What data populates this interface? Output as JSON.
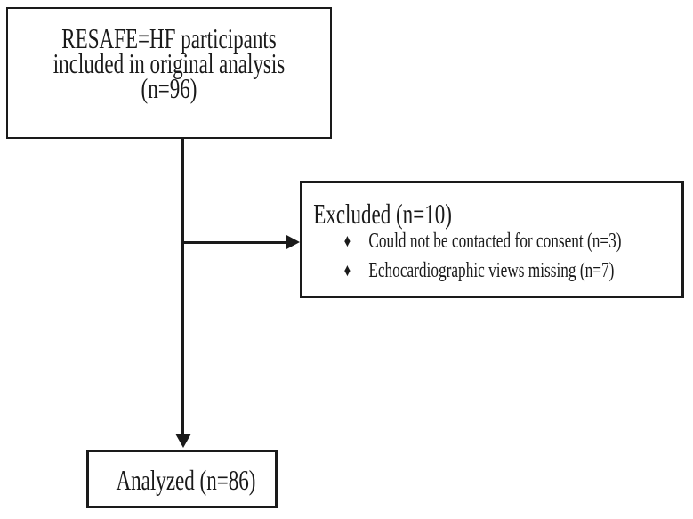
{
  "figure": {
    "background_color": "#ffffff",
    "line_color": "#1a1a1a",
    "text_color": "#1a1a1a",
    "top_box": {
      "lines": [
        "RESAFE=HF participants",
        "included in original analysis",
        "(n=96)"
      ]
    },
    "excluded_box": {
      "title": "Excluded (n=10)",
      "bullet_icon": "♦",
      "items": [
        "Could not be contacted for consent (n=3)",
        "Echocardiographic views missing (n=7)"
      ]
    },
    "analyzed_box": {
      "label": "Analyzed (n=86)"
    }
  }
}
